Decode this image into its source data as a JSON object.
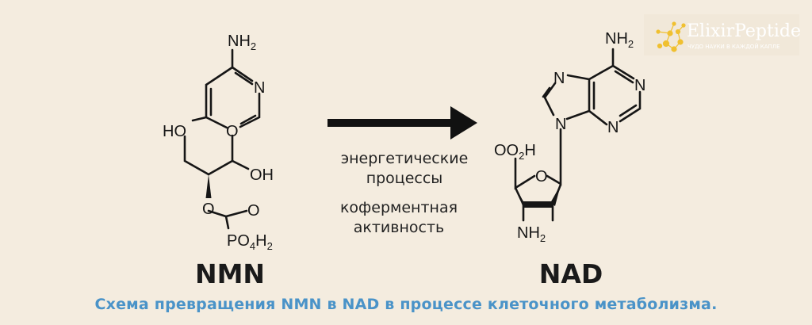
{
  "colors": {
    "background": "#f4ecdf",
    "caption": "#4a93c8",
    "logo_accent": "#f0c030"
  },
  "logo": {
    "name": "ElixirPeptide",
    "tagline": "ЧУДО НАУКИ В КАЖДОЙ КАПЛЕ"
  },
  "nmn": {
    "label": "NMN",
    "atoms": {
      "nh2": "NH",
      "nh2_sub": "2",
      "n": "N",
      "ho": "HO",
      "o_ring": "O",
      "oh": "OH",
      "o_ester": "O",
      "o_carbonyl": "O",
      "po4h2_p": "PO",
      "po4h2_sub1": "4",
      "po4h2_h": "H",
      "po4h2_sub2": "2"
    }
  },
  "nad": {
    "label": "NAD",
    "atoms": {
      "nh2_top": "NH",
      "nh2_top_sub": "2",
      "n1": "N",
      "n3": "N",
      "n7": "N",
      "n9": "N",
      "oo2h_a": "OO",
      "oo2h_sub": "2",
      "oo2h_b": "H",
      "o_ring": "O",
      "nh2_bottom": "NH",
      "nh2_bottom_sub": "2"
    }
  },
  "arrow": {
    "lines": [
      "энергетические",
      "процессы",
      "коферментная",
      "активность"
    ]
  },
  "caption": "Схема превращения NMN в NAD в процессе клеточного метаболизма."
}
